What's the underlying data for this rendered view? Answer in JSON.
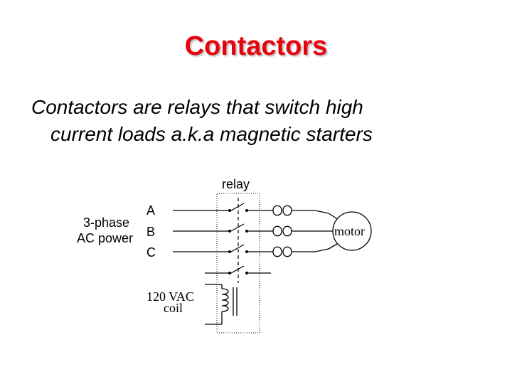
{
  "slide": {
    "title": "Contactors",
    "body_line1": "Contactors are relays that switch high",
    "body_line2": "current loads  a.k.a magnetic starters"
  },
  "diagram": {
    "relay_label": "relay",
    "source_label_1": "3-phase",
    "source_label_2": "AC power",
    "phase_a": "A",
    "phase_b": "B",
    "phase_c": "C",
    "coil_label_1": "120 VAC",
    "coil_label_2": "coil",
    "motor_label": "motor"
  },
  "colors": {
    "title": "#e8000b",
    "title_shadow": "#b8b8b8",
    "body_text": "#000000",
    "lines": "#000000"
  }
}
